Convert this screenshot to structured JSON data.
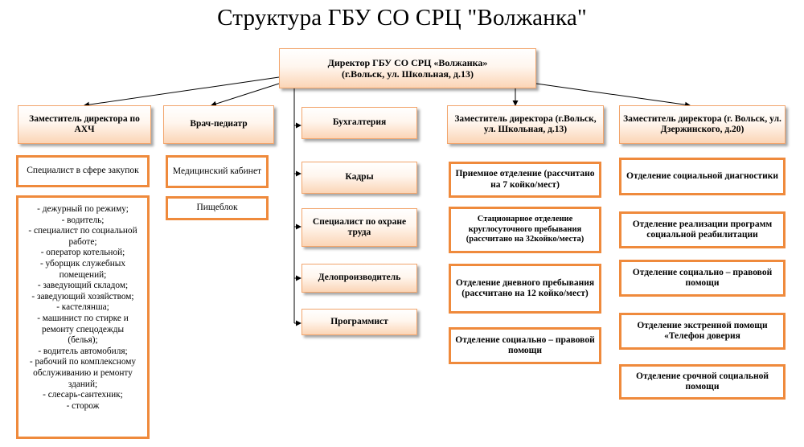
{
  "title": "Структура ГБУ СО СРЦ \"Волжанка\"",
  "director": {
    "line1": "Директор ГБУ СО СРЦ «Волжанка»",
    "line2": "(г.Вольск, ул. Школьная, д.13)"
  },
  "columns": {
    "ahch": {
      "head": "Заместитель директора по АХЧ",
      "procurement": "Специалист в сфере закупок",
      "staff": [
        "- дежурный по режиму;",
        "- водитель;",
        "- специалист по социальной работе;",
        "- оператор котельной;",
        "- уборщик служебных помещений;",
        "- заведующий складом;",
        "- заведующий хозяйством;",
        "- кастелянша;",
        "- машинист по стирке и ремонту спецодежды (белья);",
        "- водитель автомобиля;",
        "- рабочий по комплексному обслуживанию и ремонту зданий;",
        "- слесарь-сантехник;",
        "- сторож"
      ]
    },
    "pediatrician": {
      "head": "Врач-педиатр",
      "items": [
        "Медицинский кабинет",
        "Пищеблок"
      ]
    },
    "services": [
      "Бухгалтерия",
      "Кадры",
      "Специалист по охране труда",
      "Делопроизводитель",
      "Программист"
    ],
    "deputy_school": {
      "head": "Заместитель директора (г.Вольск, ул. Школьная, д.13)",
      "items": [
        "Приемное отделение (рассчитано на 7 койко/мест)",
        "Стационарное отделение круглосуточного пребывания (рассчитано на 32койко/места)",
        "Отделение дневного пребывания (рассчитано на 12 койко/мест)",
        "Отделение социально – правовой помощи"
      ]
    },
    "deputy_dzer": {
      "head": "Заместитель директора (г. Вольск, ул. Дзержинского, д.20)",
      "items": [
        "Отделение социальной диагностики",
        "Отделение реализации программ социальной реабилитации",
        "Отделение социально – правовой помощи",
        "Отделение экстренной помощи «Телефон доверия",
        "Отделение срочной социальной помощи"
      ]
    }
  }
}
